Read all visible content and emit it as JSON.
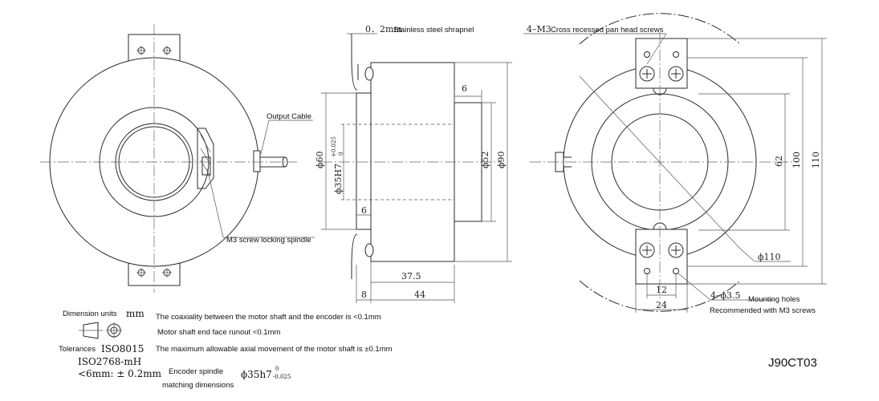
{
  "front_view": {
    "output_cable": "Output Cable",
    "screw_locking": "M3 screw locking spindle"
  },
  "side_view": {
    "shrapnel_dim": "0．2mm",
    "shrapnel_text": "Stainless steel shrapnel",
    "dim_6_top": "6",
    "dim_6_bottom": "6",
    "dim_60": "ϕ60",
    "dim_35h7": "ϕ35H7",
    "dim_35h7_tol_upper": "+0.025",
    "dim_35h7_tol_lower": "0",
    "dim_52": "ϕ52",
    "dim_90": "ϕ90",
    "dim_37_5": "37.5",
    "dim_8": "8",
    "dim_44": "44"
  },
  "back_view": {
    "screws_label": "4–M3",
    "screws_text": "Cross recessed pan head screws",
    "dim_62": "62",
    "dim_100": "100",
    "dim_110": "110",
    "dim_phi110": "ϕ110",
    "dim_12": "12",
    "dim_24": "24",
    "holes_label": "4–ϕ3.5",
    "holes_text": "Mounting holes",
    "holes_recommend": "Recommended with M3 screws"
  },
  "notes": {
    "dimension_units_label": "Dimension units",
    "dimension_units_value": "mm",
    "tolerances_label": "Tolerances",
    "tolerance_standard": "ISO8015",
    "tolerance_class": "ISO2768-mH",
    "tolerance_small": "<6mm: ± 0.2mm",
    "coaxiality": "The coaxiality between the motor shaft and the encoder is <0.1mm",
    "runout": "Motor shaft end face runout <0.1mm",
    "axial": "The maximum allowable axial movement of the motor shaft is ±0.1mm",
    "spindle_label_1": "Encoder spindle",
    "spindle_label_2": "matching dimensions",
    "spindle_fit": "ϕ35h7",
    "spindle_tol_upper": "0",
    "spindle_tol_lower": "-0.025",
    "model_code": "J90CT03"
  }
}
